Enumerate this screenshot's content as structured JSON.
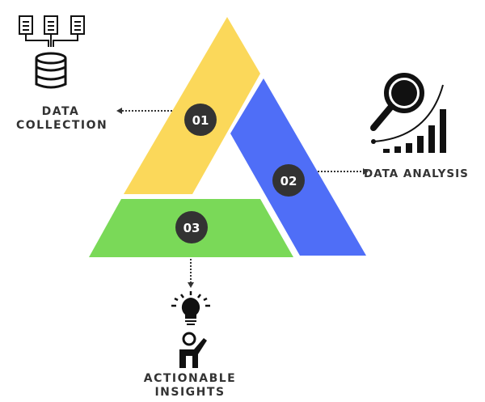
{
  "steps": [
    {
      "number": "01",
      "label_line1": "DATA",
      "label_line2": "COLLECTION",
      "color": "#fbd85a"
    },
    {
      "number": "02",
      "label": "DATA ANALYSIS",
      "color": "#4f6ef7"
    },
    {
      "number": "03",
      "label_line1": "ACTIONABLE",
      "label_line2": "INSIGHTS",
      "color": "#7ad958"
    }
  ],
  "badge_color": "#333333"
}
